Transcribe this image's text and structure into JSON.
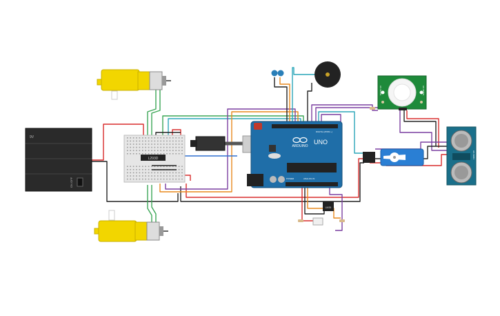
{
  "canvas": {
    "background": "#ffffff"
  },
  "battery": {
    "label": "9V",
    "switch_label": "ON  OFF"
  },
  "breadboard": {
    "chip_label": "L293D"
  },
  "arduino": {
    "logo_text": "ARDUINO",
    "model_label": "UNO",
    "digital_label": "DIGITAL (PWM ~)",
    "analog_label": "ANALOG IN",
    "power_label": "POWER"
  },
  "pir": {
    "label_left": "HC-SR501",
    "label_right": "HC-SR501"
  },
  "ultrasonic": {
    "label": "HC-SR04"
  },
  "regulator": {
    "label": "LM35"
  },
  "colors": {
    "arduino_blue": "#1f6ea8",
    "motor_yellow": "#f2d600",
    "pir_green": "#1e8a3a",
    "sonar_teal": "#1a6f8a",
    "servo_blue": "#2a7fd4",
    "wire_red": "#d92b2b",
    "wire_black": "#222222",
    "wire_green": "#3aa655",
    "wire_orange": "#e8891c",
    "wire_purple": "#7a3fa0",
    "wire_teal": "#2aa6b8",
    "wire_blue": "#2f6fd0"
  }
}
